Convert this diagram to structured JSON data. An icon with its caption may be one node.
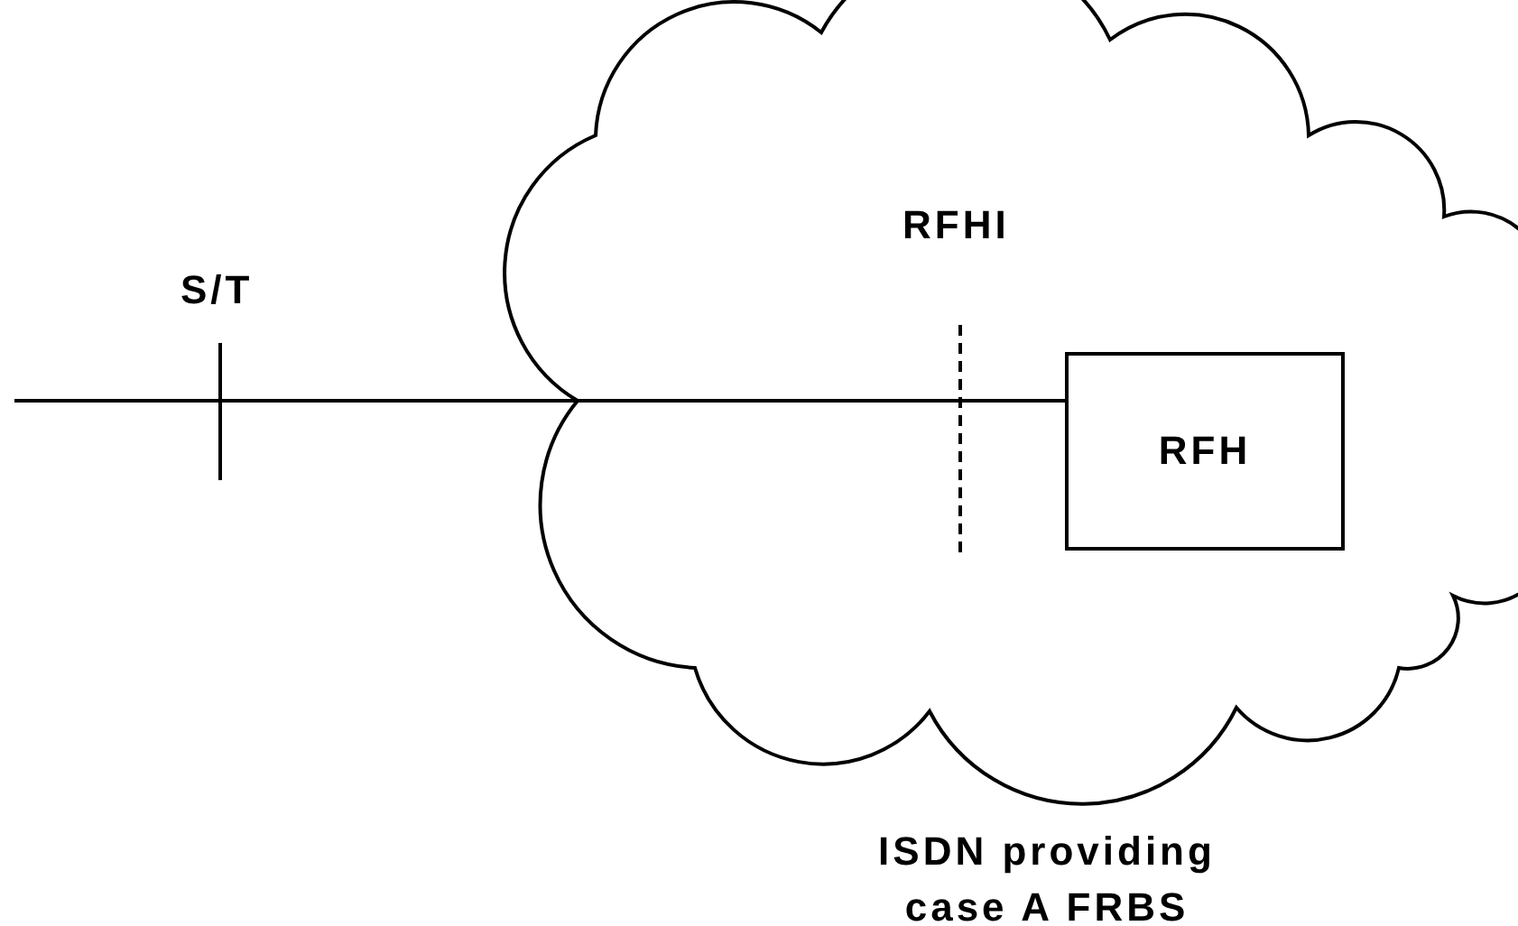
{
  "diagram": {
    "nodes": [
      {
        "text": [
          "ISDN providing case A FRBS"
        ]
      },
      {
        "text": [
          "RFH"
        ],
        "in": 0
      }
    ],
    "edges": [
      {
        "from": null,
        "to": 1,
        "arrow": "none"
      }
    ],
    "labels": [
      "S/T",
      "RFHI"
    ]
  }
}
